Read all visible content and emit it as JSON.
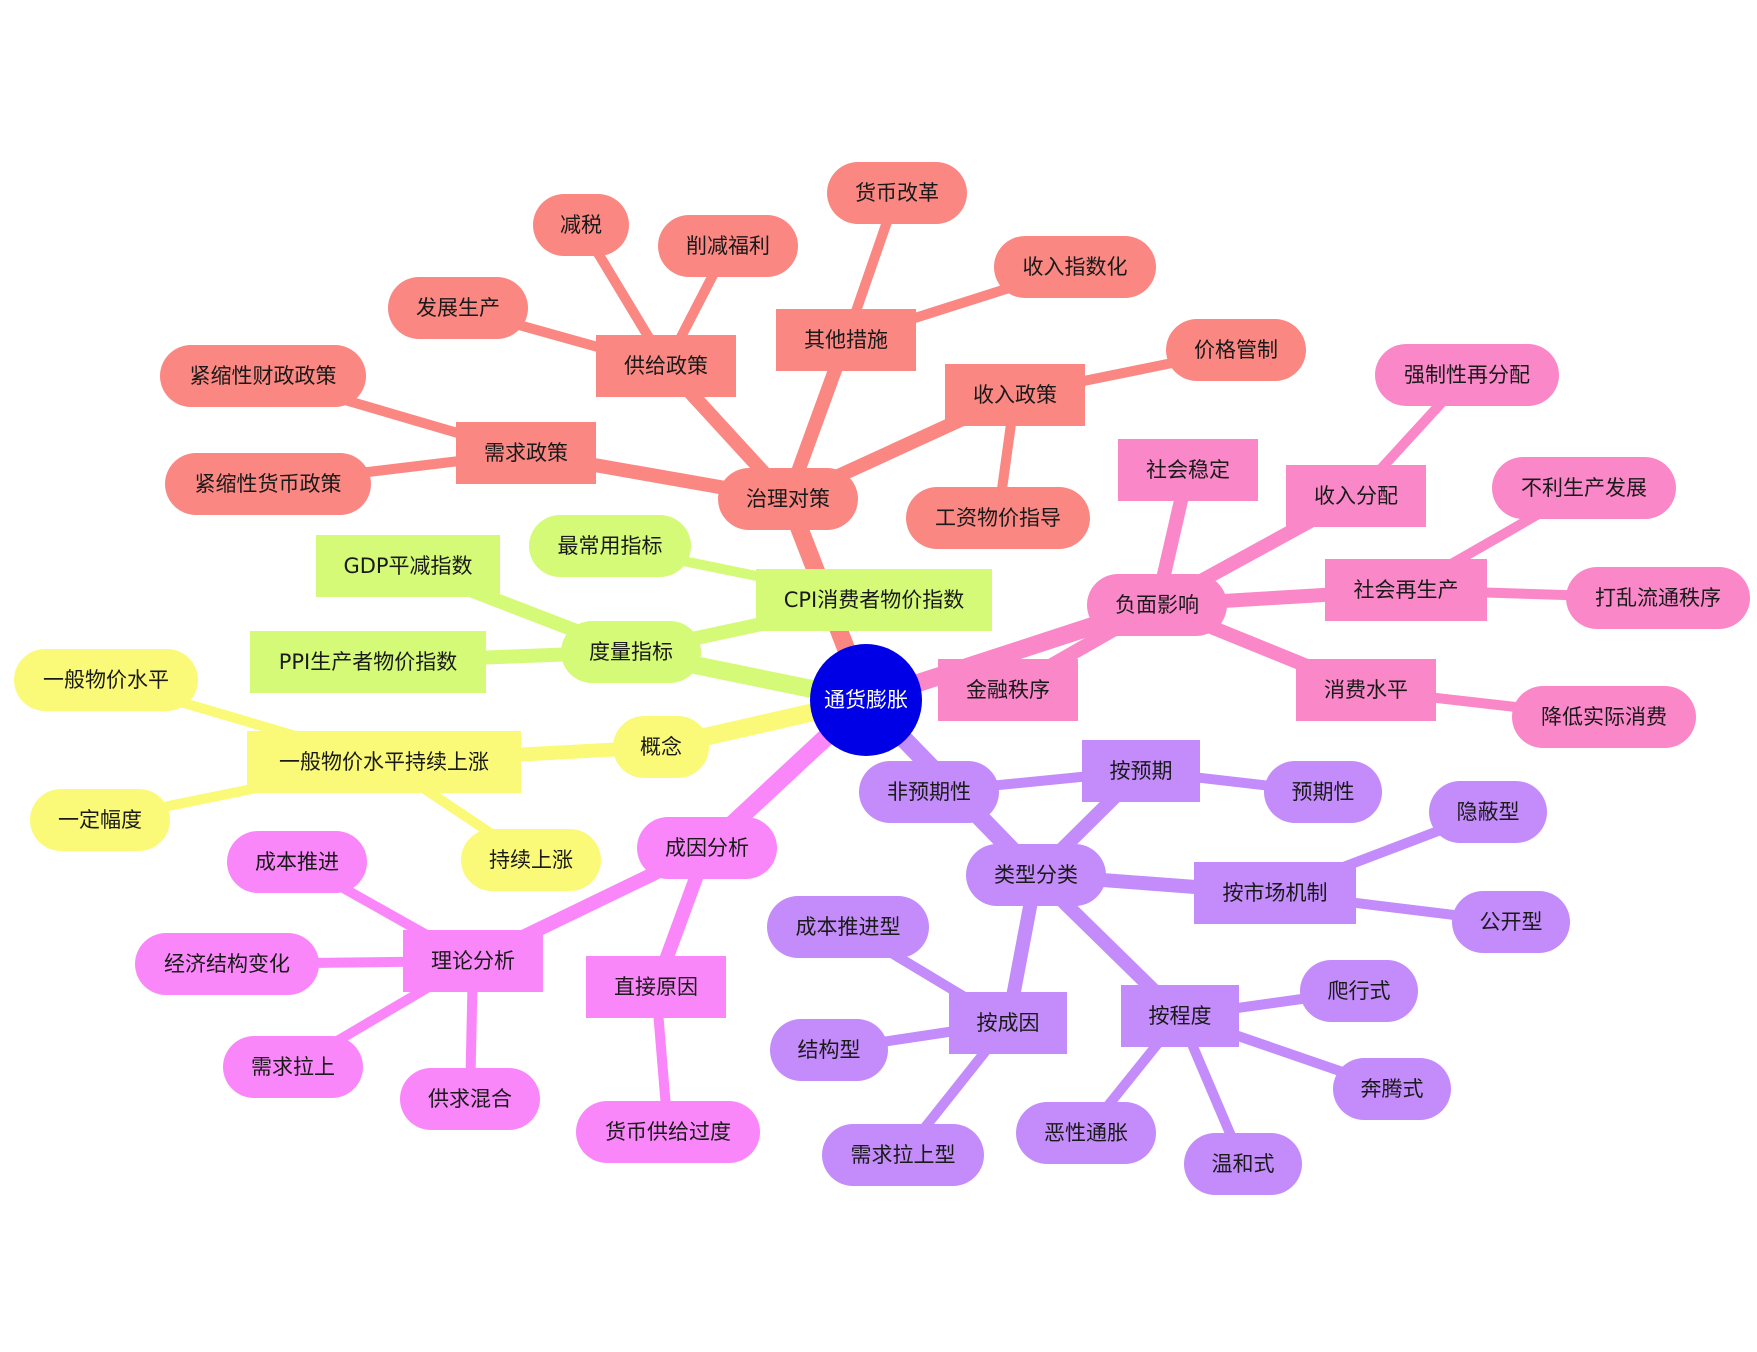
{
  "root": {
    "label": "通货膨胀",
    "color": "#0000e6",
    "text_color": "#ffffff"
  },
  "palette": {
    "governance": "#fa8782",
    "measurement": "#d4fa78",
    "concept": "#fafa78",
    "causes": "#fa87fa",
    "types": "#c38cfa",
    "negative": "#fa87c8"
  },
  "branches": {
    "governance": {
      "label": "治理对策",
      "demand_policy": {
        "label": "需求政策",
        "children": [
          "紧缩性财政政策",
          "紧缩性货币政策"
        ]
      },
      "supply_policy": {
        "label": "供给政策",
        "children": [
          "发展生产",
          "减税",
          "削减福利"
        ]
      },
      "other_measures": {
        "label": "其他措施",
        "children": [
          "货币改革",
          "收入指数化"
        ]
      },
      "income_policy": {
        "label": "收入政策",
        "children": [
          "价格管制",
          "工资物价指导"
        ]
      }
    },
    "measurement": {
      "label": "度量指标",
      "cpi": {
        "label": "CPI消费者物价指数",
        "children": [
          "最常用指标"
        ]
      },
      "children": [
        "GDP平减指数",
        "PPI生产者物价指数"
      ]
    },
    "concept": {
      "label": "概念",
      "definition": {
        "label": "一般物价水平持续上涨",
        "children": [
          "一般物价水平",
          "一定幅度",
          "持续上涨"
        ]
      }
    },
    "causes": {
      "label": "成因分析",
      "theory": {
        "label": "理论分析",
        "children": [
          "成本推进",
          "经济结构变化",
          "需求拉上",
          "供求混合"
        ]
      },
      "direct": {
        "label": "直接原因",
        "children": [
          "货币供给过度"
        ]
      }
    },
    "types": {
      "label": "类型分类",
      "by_expectation": {
        "label": "按预期",
        "children": [
          "非预期性",
          "预期性"
        ]
      },
      "by_market": {
        "label": "按市场机制",
        "children": [
          "隐蔽型",
          "公开型"
        ]
      },
      "by_cause": {
        "label": "按成因",
        "children": [
          "成本推进型",
          "结构型",
          "需求拉上型"
        ]
      },
      "by_degree": {
        "label": "按程度",
        "children": [
          "爬行式",
          "奔腾式",
          "温和式",
          "恶性通胀"
        ]
      }
    },
    "negative": {
      "label": "负面影响",
      "children": [
        "社会稳定",
        "金融秩序"
      ],
      "income_distribution": {
        "label": "收入分配",
        "children": [
          "强制性再分配"
        ]
      },
      "social_reproduction": {
        "label": "社会再生产",
        "children": [
          "不利生产发展",
          "打乱流通秩序"
        ]
      },
      "consumption": {
        "label": "消费水平",
        "children": [
          "降低实际消费"
        ]
      }
    }
  }
}
